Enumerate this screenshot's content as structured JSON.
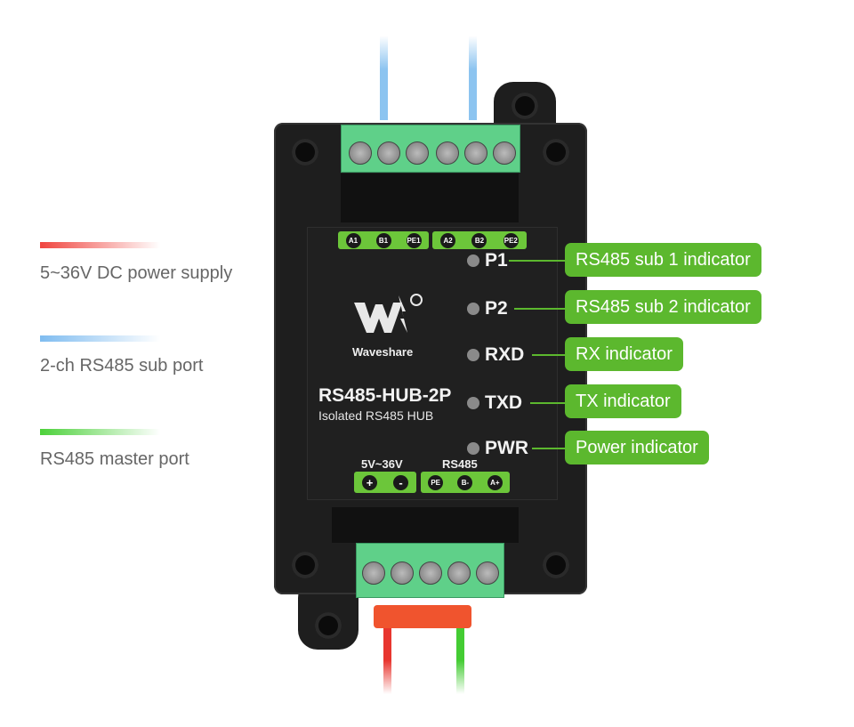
{
  "legend": [
    {
      "label": "5~36V DC power supply",
      "color": "#f0453f"
    },
    {
      "label": "2-ch RS485 sub port",
      "color": "#7fbcf0"
    },
    {
      "label": "RS485 master port",
      "color": "#4cd13a"
    }
  ],
  "device": {
    "brand": "Waveshare",
    "model": "RS485-HUB-2P",
    "subtitle": "Isolated RS485 HUB",
    "top_pins": [
      "A1",
      "B1",
      "PE1",
      "A2",
      "B2",
      "PE2"
    ],
    "power_label": "5V~36V",
    "rs485_label": "RS485",
    "power_pins": [
      "+",
      "-"
    ],
    "rs485_pins": [
      "PE",
      "B-",
      "A+"
    ]
  },
  "indicators": [
    {
      "led": "P1",
      "callout": "RS485 sub 1 indicator"
    },
    {
      "led": "P2",
      "callout": "RS485 sub 2 indicator"
    },
    {
      "led": "RXD",
      "callout": "RX indicator"
    },
    {
      "led": "TXD",
      "callout": "TX indicator"
    },
    {
      "led": "PWR",
      "callout": "Power indicator"
    }
  ],
  "accent": "#5cb82e"
}
